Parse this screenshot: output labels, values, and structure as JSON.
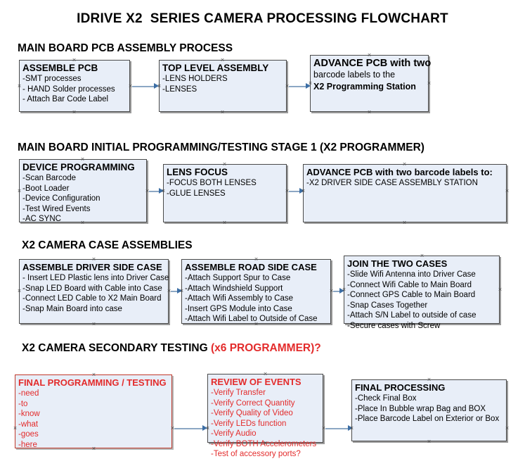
{
  "document": {
    "title": "IDRIVE X2  SERIES CAMERA PROCESSING FLOWCHART"
  },
  "sections": [
    {
      "id": "main-board-pcb-assembly",
      "heading": "MAIN BOARD PCB ASSEMBLY PROCESS",
      "heading_red": "",
      "nodes": [
        {
          "id": "assemble-pcb",
          "title": "ASSEMBLE PCB",
          "lines": [
            "-SMT processes",
            "- HAND Solder processes",
            "- Attach Bar Code Label"
          ]
        },
        {
          "id": "top-level-assembly",
          "title": "TOP LEVEL ASSEMBLY",
          "lines": [
            "-LENS HOLDERS",
            "-LENSES"
          ]
        },
        {
          "id": "advance-pcb-programming-station",
          "title": "ADVANCE PCB with two",
          "lines": [
            "barcode labels to the",
            " X2 Programming Station"
          ]
        }
      ]
    },
    {
      "id": "main-board-initial-programming",
      "heading": "MAIN BOARD INITIAL PROGRAMMING/TESTING STAGE 1 (X2 PROGRAMMER)",
      "heading_red": "",
      "nodes": [
        {
          "id": "device-programming",
          "title": "DEVICE PROGRAMMING",
          "lines": [
            "-Scan Barcode",
            "-Boot Loader",
            "-Device Configuration",
            "-Test Wired Events",
            "-AC SYNC"
          ]
        },
        {
          "id": "lens-focus",
          "title": "LENS FOCUS",
          "lines": [
            "-FOCUS BOTH LENSES",
            "-GLUE LENSES"
          ]
        },
        {
          "id": "advance-pcb-driver-side-case",
          "title": "ADVANCE PCB with two barcode labels to:",
          "lines": [
            "-X2 DRIVER  SIDE  CASE  ASSEMBLY STATION"
          ]
        }
      ]
    },
    {
      "id": "x2-camera-case-assemblies",
      "heading": "X2 CAMERA CASE ASSEMBLIES",
      "heading_red": "",
      "nodes": [
        {
          "id": "assemble-driver-side-case",
          "title": "ASSEMBLE DRIVER SIDE CASE",
          "lines": [
            "- Insert LED Plastic lens into Driver Case",
            "-Snap LED Board with Cable into Case",
            "-Connect LED Cable to X2 Main Board",
            "-Snap Main Board into case"
          ]
        },
        {
          "id": "assemble-road-side-case",
          "title": "ASSEMBLE ROAD SIDE CASE",
          "lines": [
            "-Attach Support Spur to Case",
            "-Attach Windshield Support",
            "-Attach Wifi Assembly to Case",
            "-Insert GPS Module into Case",
            "-Attach Wifi Label to Outside of Case"
          ]
        },
        {
          "id": "join-the-two-cases",
          "title": "JOIN THE TWO CASES",
          "lines": [
            "-Slide Wifi Antenna into Driver Case",
            "-Connect Wifi Cable to Main Board",
            "-Connect GPS Cable to Main Board",
            "-Snap Cases Together",
            "-Attach S/N Label to outside of case",
            "-Secure cases with Screw"
          ]
        }
      ]
    },
    {
      "id": "x2-camera-secondary-testing",
      "heading": "X2 CAMERA SECONDARY TESTING ",
      "heading_red": "(x6 PROGRAMMER)?",
      "nodes": [
        {
          "id": "final-programming-testing",
          "title": "FINAL PROGRAMMING / TESTING",
          "lines": [
            "-need",
            "-to",
            "-know",
            "-what",
            "-goes",
            "-here"
          ]
        },
        {
          "id": "review-of-events",
          "title": "REVIEW OF EVENTS",
          "lines": [
            "-Verify Transfer",
            "-Verify Correct Quantity",
            "-Verify Quality of Video",
            "-Verify LEDs function",
            "-Verify Audio",
            "-Verify BOTH Accelerometers",
            "-Test of accessory ports?"
          ]
        },
        {
          "id": "final-processing",
          "title": "FINAL PROCESSING",
          "lines": [
            " -Check Final Box",
            "-Place In Bubble wrap Bag and BOX",
            "-Place Barcode Label on Exterior or Box"
          ]
        }
      ]
    }
  ],
  "colors": {
    "box_fill": "#e8eef8",
    "box_border": "#4a4a4a",
    "red_accent": "#e32b2b",
    "connector": "#8ca7c4",
    "arrow_head": "#3c6ea5",
    "text": "#000000"
  }
}
